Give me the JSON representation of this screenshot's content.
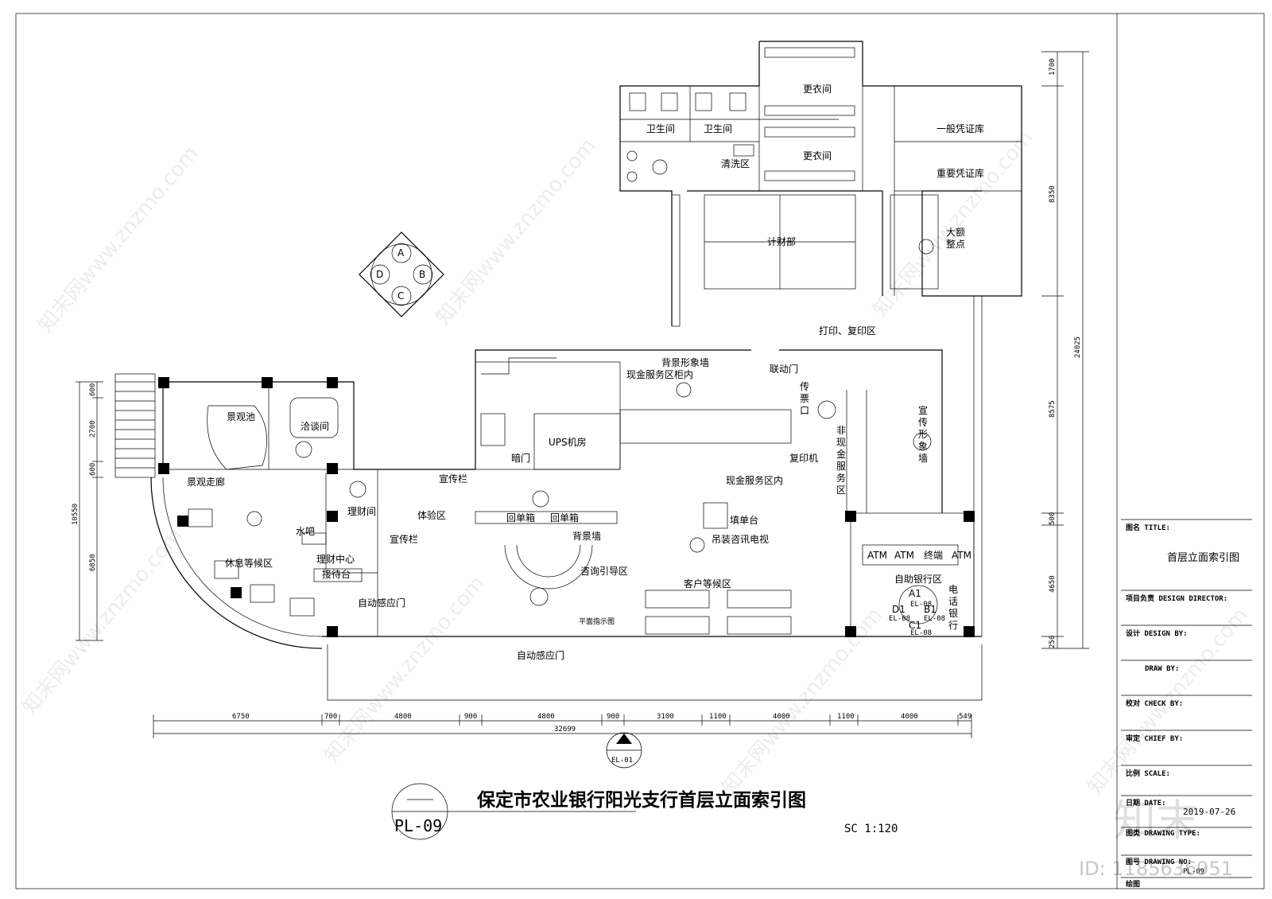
{
  "drawing": {
    "main_title": "保定市农业银行阳光支行首层立面索引图",
    "plan_no": "PL-09",
    "scale": "SC 1:120",
    "section_mark": "EL-01",
    "index_letters": [
      "A",
      "B",
      "C",
      "D"
    ]
  },
  "rooms": {
    "changing_1": "更衣间",
    "changing_2": "更衣间",
    "toilet_1": "卫生间",
    "toilet_2": "卫生间",
    "wash": "清洗区",
    "general_vault": "一般凭证库",
    "important_vault": "重要凭证库",
    "finance": "计财部",
    "large_count": "大额\n整点",
    "print": "打印、复印区",
    "bg_wall_1": "背景形象墙",
    "cash_inner": "现金服务区柜内",
    "linked_door": "联动门",
    "pass_window": "传\n票\n口",
    "ups": "UPS机房",
    "dark_door": "暗门",
    "copier": "复印机",
    "non_cash": "非\n现\n金\n服\n务\n区",
    "promo_wall": "宣\n传\n形\n象\n墙",
    "landscape_pool": "景观池",
    "talk_room": "洽谈间",
    "landscape_corridor": "景观走廊",
    "promo_1": "宣传栏",
    "cash_outer": "现金服务区内",
    "wealth_room": "理财间",
    "experience": "体验区",
    "receipt_box_1": "回单箱",
    "receipt_box_2": "回单箱",
    "fill_desk": "填单台",
    "water_bar": "水吧",
    "promo_2": "宣传栏",
    "bg_wall_2": "背景墙",
    "hanging_tv": "吊装咨讯电视",
    "rest_area": "休息等候区",
    "wealth_center": "理财中心",
    "reception": "接待台",
    "consult": "咨询引导区",
    "wait_area": "客户等候区",
    "self_service": "自助银行区",
    "auto_door_1": "自动感应门",
    "floor_guide": "平面指示图",
    "auto_door_2": "自动感应门",
    "phone_bank": "电\n话\n银\n行",
    "atm": "ATM",
    "terminal": "终端",
    "el_labels": [
      "A1",
      "B1",
      "C1",
      "D1",
      "EL-08",
      "EL-08",
      "EL-08",
      "EL-08"
    ]
  },
  "dimensions": {
    "bottom": [
      "6750",
      "700",
      "4800",
      "900",
      "4800",
      "900",
      "3100",
      "1100",
      "4000",
      "1100",
      "4000",
      "549"
    ],
    "bottom_total": "32699",
    "left": [
      "600",
      "2700",
      "600",
      "6850"
    ],
    "left_total": "10550",
    "right": [
      "1700",
      "8350",
      "8575",
      "500",
      "4650",
      "250"
    ],
    "right_total": "24025"
  },
  "title_block": {
    "title_label": "图名 TITLE:",
    "title_value": "首层立面索引图",
    "director_label": "项目负责 DESIGN DIRECTOR:",
    "design_label": "设计 DESIGN BY:",
    "draw_label": "DRAW BY:",
    "check_label": "校对 CHECK BY:",
    "chief_label": "审定 CHIEF BY:",
    "scale_label": "比例 SCALE:",
    "date_label": "日期 DATE:",
    "date_value": "2019-07-26",
    "type_label": "图类 DRAWING TYPE:",
    "no_label": "图号 DRAWING NO:",
    "no_value": "PL-09",
    "draw_cn": "绘图"
  },
  "watermark": {
    "brand": "知末",
    "id_text": "ID: 1185636951",
    "site": "知末网www.znzmo.com"
  }
}
